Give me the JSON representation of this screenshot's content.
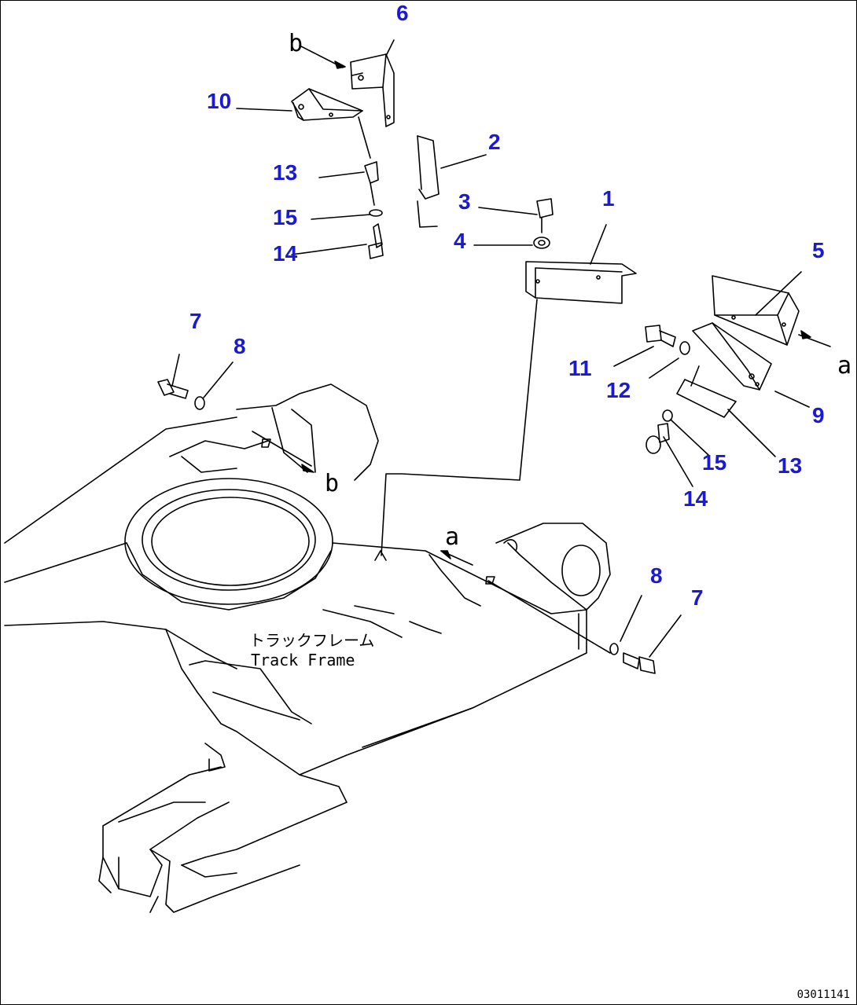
{
  "colors": {
    "callout": "#1a1ad2",
    "line": "#000000",
    "background": "#ffffff"
  },
  "callouts": [
    {
      "id": "c1",
      "label": "1"
    },
    {
      "id": "c2",
      "label": "2"
    },
    {
      "id": "c3",
      "label": "3"
    },
    {
      "id": "c4",
      "label": "4"
    },
    {
      "id": "c5",
      "label": "5"
    },
    {
      "id": "c6",
      "label": "6"
    },
    {
      "id": "c7a",
      "label": "7"
    },
    {
      "id": "c8a",
      "label": "8"
    },
    {
      "id": "c7b",
      "label": "7"
    },
    {
      "id": "c8b",
      "label": "8"
    },
    {
      "id": "c9",
      "label": "9"
    },
    {
      "id": "c10",
      "label": "10"
    },
    {
      "id": "c11",
      "label": "11"
    },
    {
      "id": "c12",
      "label": "12"
    },
    {
      "id": "c13a",
      "label": "13"
    },
    {
      "id": "c13b",
      "label": "13"
    },
    {
      "id": "c14a",
      "label": "14"
    },
    {
      "id": "c14b",
      "label": "14"
    },
    {
      "id": "c15a",
      "label": "15"
    },
    {
      "id": "c15b",
      "label": "15"
    }
  ],
  "reference_letters": {
    "b_top": "b",
    "a_right": "a",
    "b_frame": "b",
    "a_frame": "a"
  },
  "frame_label": {
    "jp": "トラックフレーム",
    "en": "Track Frame"
  },
  "drawing_code": "03011141"
}
